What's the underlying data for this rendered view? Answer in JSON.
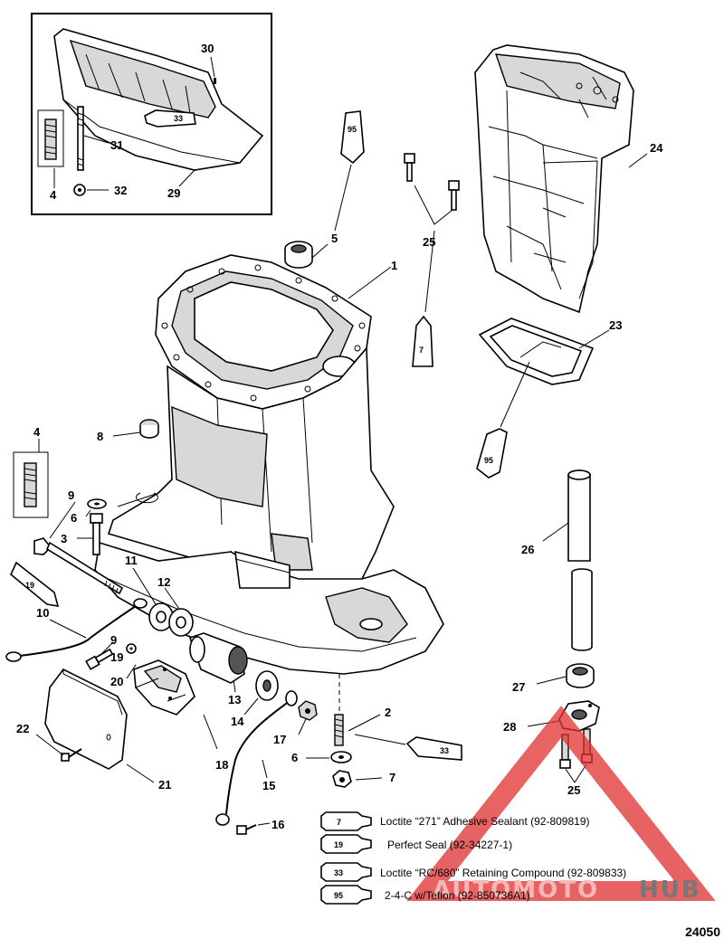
{
  "callouts": {
    "c1": "1",
    "c2": "2",
    "c3": "3",
    "c4a": "4",
    "c4b": "4",
    "c5": "5",
    "c6a": "6",
    "c6b": "6",
    "c7": "7",
    "c8": "8",
    "c9a": "9",
    "c9b": "9",
    "c10": "10",
    "c11": "11",
    "c12": "12",
    "c13": "13",
    "c14": "14",
    "c15": "15",
    "c16": "16",
    "c17": "17",
    "c18": "18",
    "c19": "19",
    "c20": "20",
    "c21": "21",
    "c22": "22",
    "c23": "23",
    "c24": "24",
    "c25a": "25",
    "c25b": "25",
    "c26": "26",
    "c27": "27",
    "c28": "28",
    "c29": "29",
    "c30": "30",
    "c31": "31",
    "c32": "32"
  },
  "tube_labels": {
    "t33_inset": "33",
    "t95_top": "95",
    "t7_mid": "7",
    "t95_right": "95",
    "t19_left": "19",
    "t33_bottom": "33"
  },
  "legend": [
    {
      "code": "7",
      "text": "Loctite “271” Adhesive Sealant (92-809819)"
    },
    {
      "code": "19",
      "text": "Perfect Seal (92-34227-1)"
    },
    {
      "code": "33",
      "text": "Loctite “RC/680” Retaining Compound (92-809833)"
    },
    {
      "code": "95",
      "text": "2-4-C w/Teflon (92-850736A1)"
    }
  ],
  "figure_number": "24050",
  "watermark": {
    "text_light": "AUTOMOTO",
    "text_dark": "HUB",
    "color_light": "#f4a0a0",
    "color_dark": "#4a4a4a",
    "triangle_color": "#e0302f"
  }
}
